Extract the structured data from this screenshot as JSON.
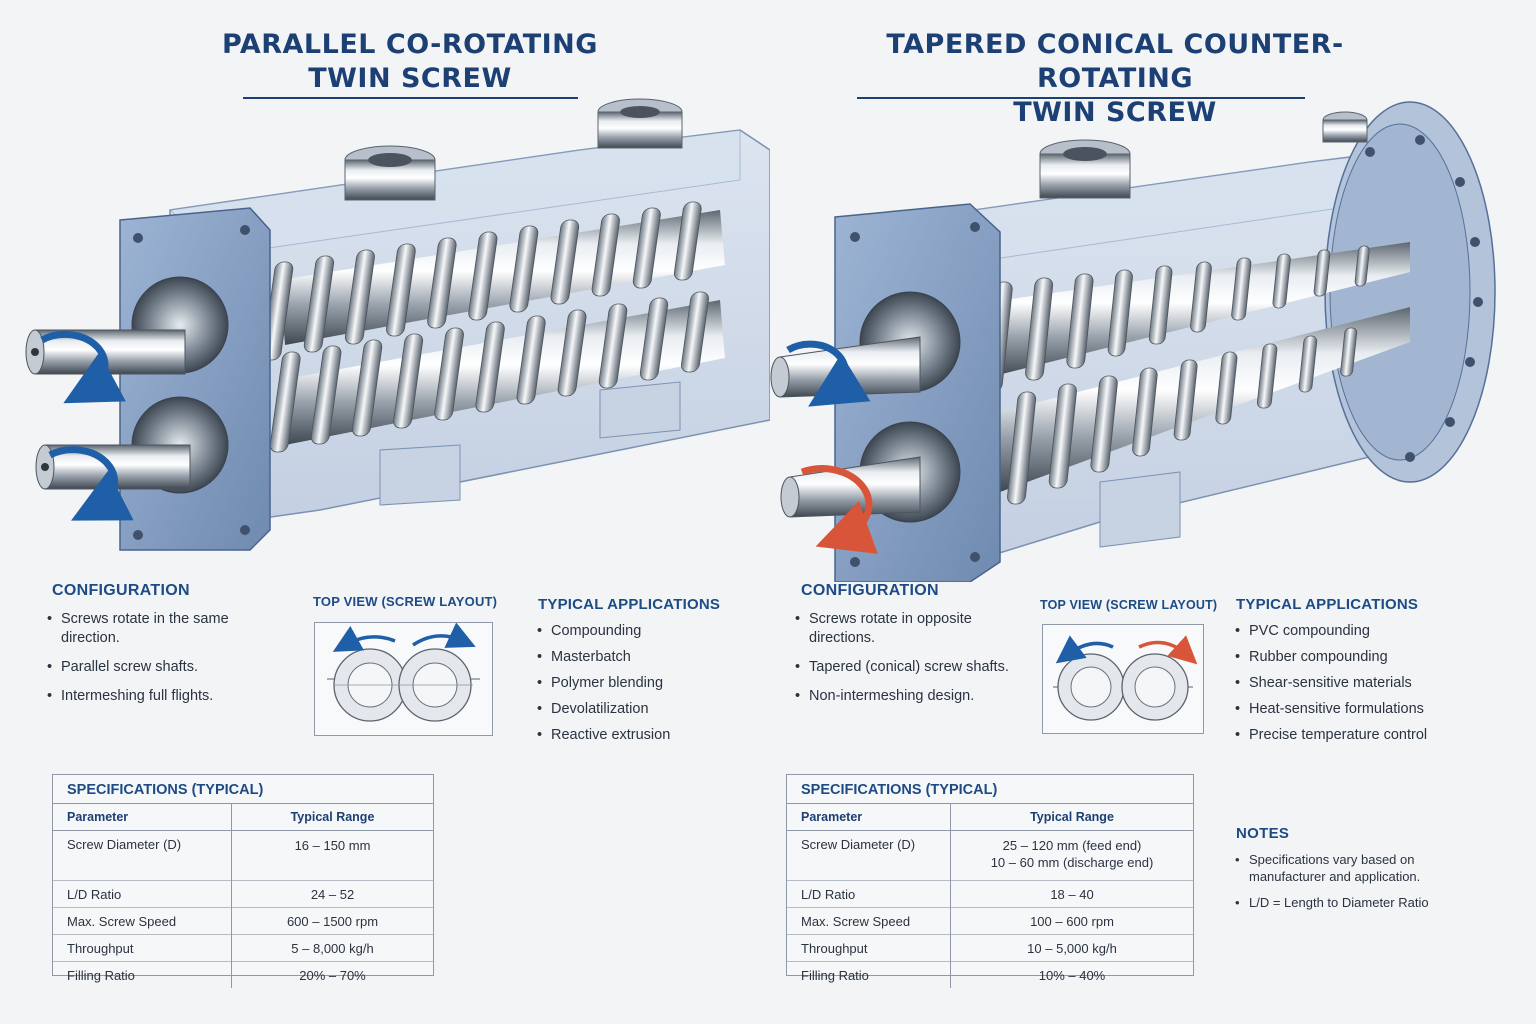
{
  "left": {
    "title_line1": "PARALLEL CO-ROTATING",
    "title_line2": "TWIN SCREW",
    "configuration": {
      "heading": "CONFIGURATION",
      "items": [
        "Screws rotate in the same direction.",
        "Parallel screw shafts.",
        "Intermeshing full flights."
      ]
    },
    "top_view": {
      "heading": "TOP VIEW (SCREW LAYOUT)",
      "left_arrow_color": "#1f5fa8",
      "right_arrow_color": "#1f5fa8"
    },
    "applications": {
      "heading": "TYPICAL APPLICATIONS",
      "items": [
        "Compounding",
        "Masterbatch",
        "Polymer blending",
        "Devolatilization",
        "Reactive extrusion"
      ]
    },
    "specs": {
      "heading": "SPECIFICATIONS (TYPICAL)",
      "col_param": "Parameter",
      "col_range": "Typical Range",
      "rows": [
        {
          "param": "Screw Diameter (D)",
          "range": "16 – 150 mm",
          "range2": ""
        },
        {
          "param": "L/D Ratio",
          "range": "24 – 52"
        },
        {
          "param": "Max. Screw Speed",
          "range": "600 – 1500 rpm"
        },
        {
          "param": "Throughput",
          "range": "5 – 8,000 kg/h"
        },
        {
          "param": "Filling Ratio",
          "range": "20% – 70%"
        }
      ]
    }
  },
  "right": {
    "title_line1": "TAPERED CONICAL COUNTER-ROTATING",
    "title_line2": "TWIN SCREW",
    "configuration": {
      "heading": "CONFIGURATION",
      "items": [
        "Screws rotate in opposite directions.",
        "Tapered (conical) screw shafts.",
        "Non-intermeshing design."
      ]
    },
    "top_view": {
      "heading": "TOP VIEW (SCREW LAYOUT)",
      "left_arrow_color": "#1f5fa8",
      "right_arrow_color": "#d9553a"
    },
    "applications": {
      "heading": "TYPICAL APPLICATIONS",
      "items": [
        "PVC compounding",
        "Rubber compounding",
        "Shear-sensitive materials",
        "Heat-sensitive formulations",
        "Precise temperature control"
      ]
    },
    "specs": {
      "heading": "SPECIFICATIONS (TYPICAL)",
      "col_param": "Parameter",
      "col_range": "Typical Range",
      "rows": [
        {
          "param": "Screw Diameter (D)",
          "range": "25 – 120 mm (feed end)",
          "range2": "10 – 60 mm (discharge end)"
        },
        {
          "param": "L/D Ratio",
          "range": "18 – 40"
        },
        {
          "param": "Max. Screw Speed",
          "range": "100 – 600 rpm"
        },
        {
          "param": "Throughput",
          "range": "10 – 5,000 kg/h"
        },
        {
          "param": "Filling Ratio",
          "range": "10% – 40%"
        }
      ]
    },
    "notes": {
      "heading": "NOTES",
      "items": [
        "Specifications vary based on manufacturer and application.",
        "L/D = Length to Diameter Ratio"
      ]
    }
  },
  "colors": {
    "title": "#1c3f74",
    "heading": "#1c4b86",
    "housing": "#a9bfdb",
    "arrow_blue": "#1f5fa8",
    "arrow_red": "#d9553a"
  }
}
